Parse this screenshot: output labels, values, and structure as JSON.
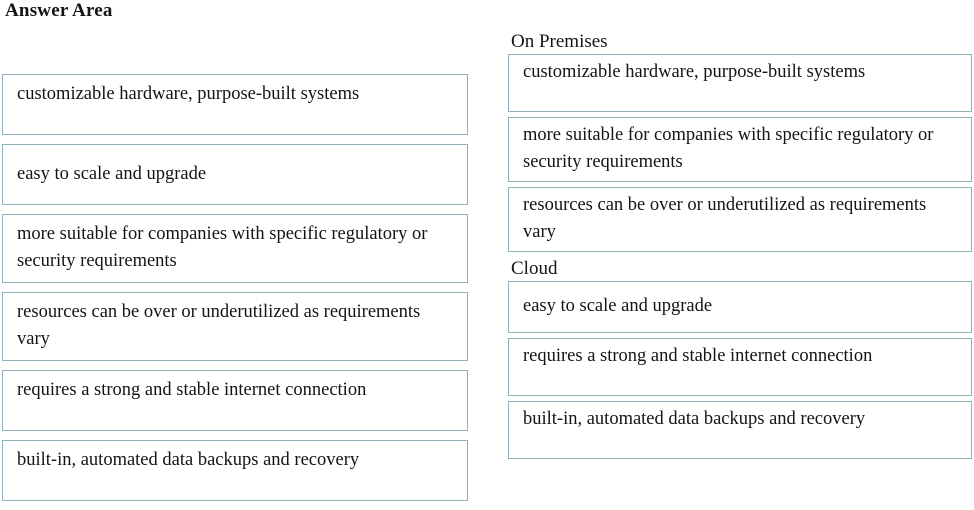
{
  "page": {
    "title": "Answer Area"
  },
  "source_list": {
    "name": "draggable-options",
    "items": [
      {
        "label": "customizable hardware, purpose-built systems",
        "lines": 2
      },
      {
        "label": "easy to scale and upgrade",
        "lines": 1
      },
      {
        "label": "more suitable for companies with specific regulatory or security requirements",
        "lines": 2
      },
      {
        "label": "resources can be over or underutilized as requirements vary",
        "lines": 2
      },
      {
        "label": "requires a strong and stable internet connection",
        "lines": 2
      },
      {
        "label": "built-in, automated data backups and recovery",
        "lines": 2
      }
    ]
  },
  "drop_groups": [
    {
      "heading": "On Premises",
      "items": [
        {
          "label": "customizable hardware, purpose-built systems",
          "lines": 2
        },
        {
          "label": "more suitable for companies with specific regulatory or security requirements",
          "lines": 2
        },
        {
          "label": "resources can be over or underutilized as requirements vary",
          "lines": 2
        }
      ]
    },
    {
      "heading": "Cloud",
      "items": [
        {
          "label": "easy to scale and upgrade",
          "lines": 1
        },
        {
          "label": "requires a strong and stable internet connection",
          "lines": 2
        },
        {
          "label": "built-in, automated data backups and recovery",
          "lines": 2
        }
      ]
    }
  ],
  "colors": {
    "tile_border": "#8fb3b8",
    "text": "#141414",
    "background": "#ffffff"
  }
}
